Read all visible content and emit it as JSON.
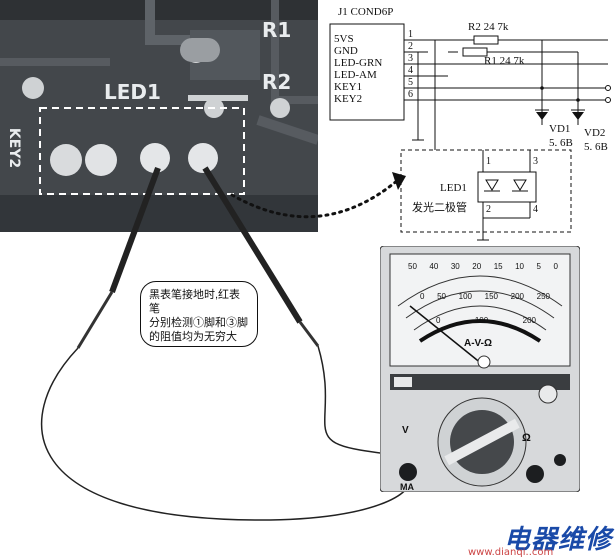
{
  "pcb": {
    "labels": {
      "r1": "R1",
      "r2": "R2",
      "led1": "LED1",
      "key2": "KEY2"
    }
  },
  "schematic": {
    "connector": "J1 COND6P",
    "pins": [
      "5VS",
      "GND",
      "LED-GRN",
      "LED-AM",
      "KEY1",
      "KEY2"
    ],
    "pin_numbers": [
      "1",
      "2",
      "3",
      "4",
      "5",
      "6"
    ],
    "r2": "R2 24 7k",
    "r1": "R1 24 7k",
    "vd1": "VD1",
    "vd1_val": "5. 6B",
    "vd2": "VD2",
    "vd2_val": "5. 6B",
    "led_name": "LED1",
    "led_desc": "发光二极管",
    "led_pins": [
      "1",
      "3",
      "2",
      "4"
    ]
  },
  "note": {
    "lines": [
      "黑表笔接地时,红表笔",
      "分别检测①脚和③脚",
      "的阻值均为无穷大"
    ]
  },
  "meter": {
    "scale_top": [
      "50",
      "40",
      "30",
      "20",
      "15",
      "10",
      "5",
      "0"
    ],
    "scale_mid": [
      "0",
      "50",
      "100",
      "150",
      "200",
      "250"
    ],
    "scale_low": [
      "0",
      "100",
      "200"
    ],
    "label_avo": "A-V-Ω",
    "label_ma": "MA",
    "label_v": "V",
    "label_ohm": "Ω"
  },
  "watermark": {
    "main": "电器维修",
    "sub": "www.dianqi..com"
  }
}
